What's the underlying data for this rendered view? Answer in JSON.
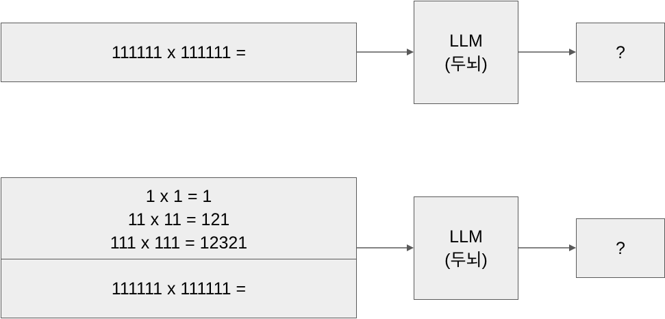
{
  "top_row": {
    "input_text": "111111 x 111111 =",
    "model_name": "LLM",
    "model_subtitle": "(두뇌)",
    "output_text": "?"
  },
  "bottom_row": {
    "examples": [
      "1 x 1 = 1",
      "11 x 11 = 121",
      "111 x 111 = 12321"
    ],
    "query_text": "111111 x 111111 =",
    "model_name": "LLM",
    "model_subtitle": "(두뇌)",
    "output_text": "?"
  },
  "colors": {
    "box_fill": "#eeeeee",
    "box_border": "#595959",
    "arrow": "#595959"
  }
}
